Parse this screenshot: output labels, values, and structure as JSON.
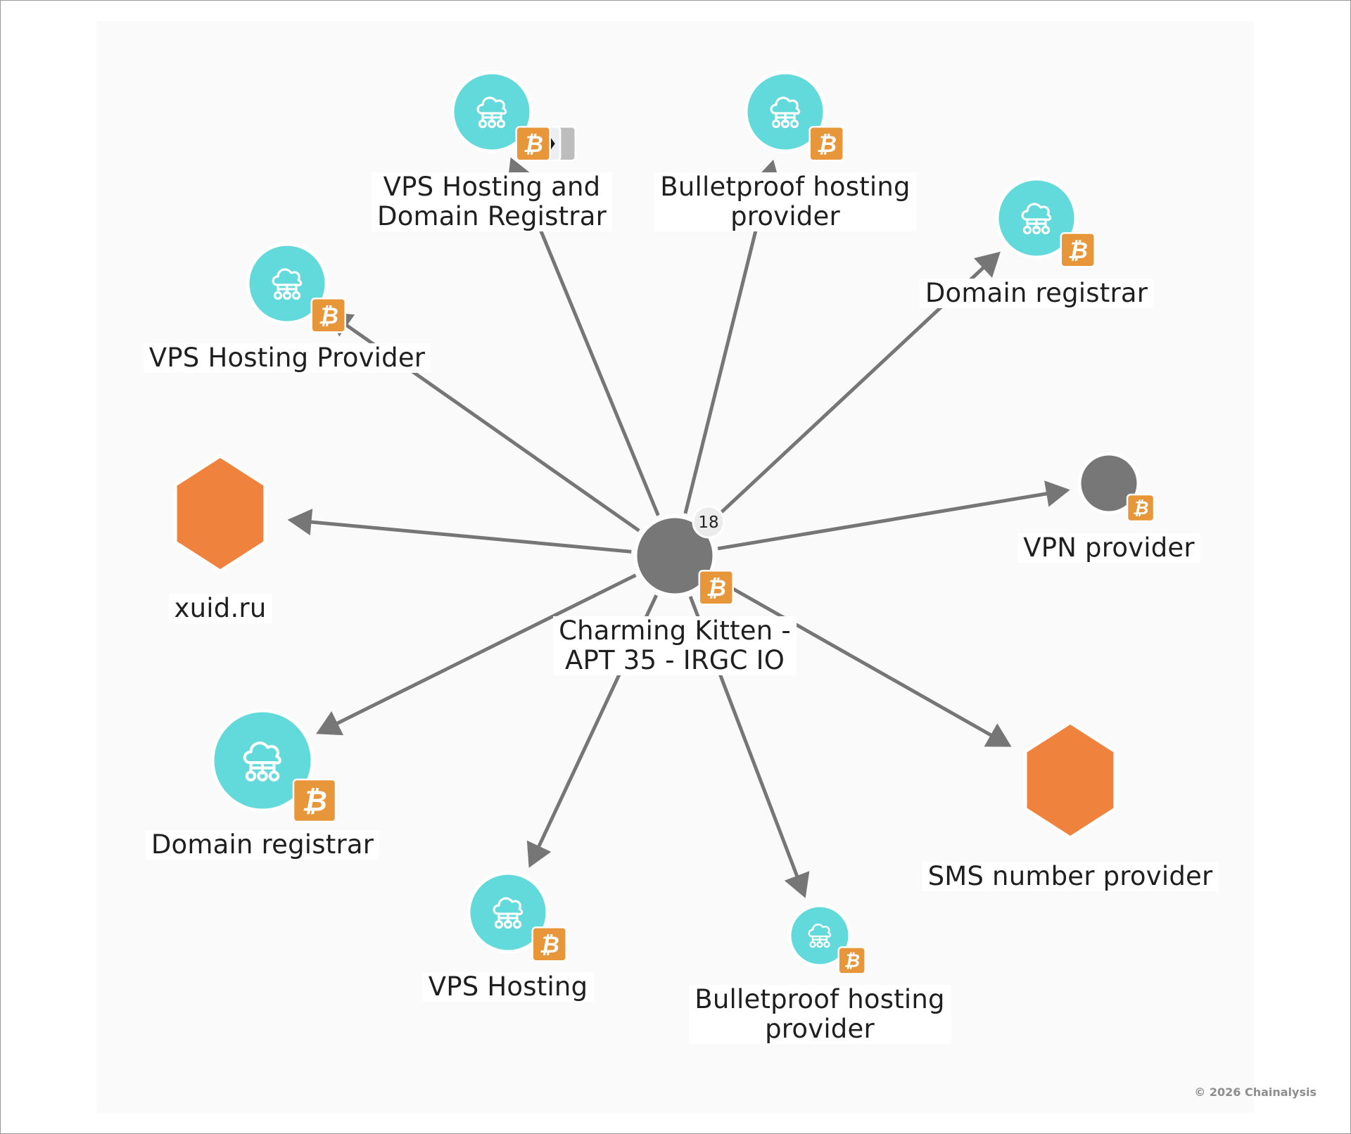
{
  "graph": {
    "colors": {
      "edge": "#767676",
      "service_node": "#62d9da",
      "unnamed_node": "#777777",
      "hexagon_node": "#ef823c",
      "btc_badge": "#e8963a",
      "count_badge_bg": "#ececec"
    },
    "center_node": {
      "label": "Charming Kitten -\nAPT 35 - IRGC IO",
      "count_badge": "18",
      "asset_badges": [
        "bitcoin-icon"
      ],
      "icon": "circle"
    },
    "nodes": [
      {
        "id": "vps-domain",
        "label": "VPS Hosting and\nDomain Registrar",
        "icon": "cloud-network-icon",
        "asset_badges": [
          "bitcoin-icon",
          "ethereum-icon",
          "more-assets"
        ]
      },
      {
        "id": "bulletproof-top",
        "label": "Bulletproof hosting\nprovider",
        "icon": "cloud-network-icon",
        "asset_badges": [
          "bitcoin-icon"
        ]
      },
      {
        "id": "domain-registrar-top",
        "label": "Domain registrar",
        "icon": "cloud-network-icon",
        "asset_badges": [
          "bitcoin-icon"
        ]
      },
      {
        "id": "vps-provider",
        "label": "VPS Hosting Provider",
        "icon": "cloud-network-icon",
        "asset_badges": [
          "bitcoin-icon"
        ]
      },
      {
        "id": "xuid",
        "label": "xuid.ru",
        "icon": "hexagon",
        "asset_badges": []
      },
      {
        "id": "vpn",
        "label": "VPN provider",
        "icon": "circle",
        "asset_badges": [
          "bitcoin-icon"
        ]
      },
      {
        "id": "domain-registrar-bottom",
        "label": "Domain registrar",
        "icon": "cloud-network-icon",
        "asset_badges": [
          "bitcoin-icon"
        ]
      },
      {
        "id": "vps-hosting",
        "label": "VPS Hosting",
        "icon": "cloud-network-icon",
        "asset_badges": [
          "bitcoin-icon"
        ]
      },
      {
        "id": "bulletproof-bottom",
        "label": "Bulletproof hosting\nprovider",
        "icon": "cloud-network-icon",
        "asset_badges": [
          "bitcoin-icon"
        ]
      },
      {
        "id": "sms",
        "label": "SMS number provider",
        "icon": "hexagon",
        "asset_badges": []
      }
    ],
    "edges": [
      {
        "from": "center",
        "to": "vps-domain"
      },
      {
        "from": "center",
        "to": "bulletproof-top"
      },
      {
        "from": "center",
        "to": "domain-registrar-top"
      },
      {
        "from": "center",
        "to": "vps-provider"
      },
      {
        "from": "center",
        "to": "xuid"
      },
      {
        "from": "center",
        "to": "vpn"
      },
      {
        "from": "center",
        "to": "domain-registrar-bottom"
      },
      {
        "from": "center",
        "to": "vps-hosting"
      },
      {
        "from": "center",
        "to": "bulletproof-bottom"
      },
      {
        "from": "center",
        "to": "sms"
      }
    ]
  },
  "footer": {
    "copyright": "© 2026 Chainalysis"
  }
}
